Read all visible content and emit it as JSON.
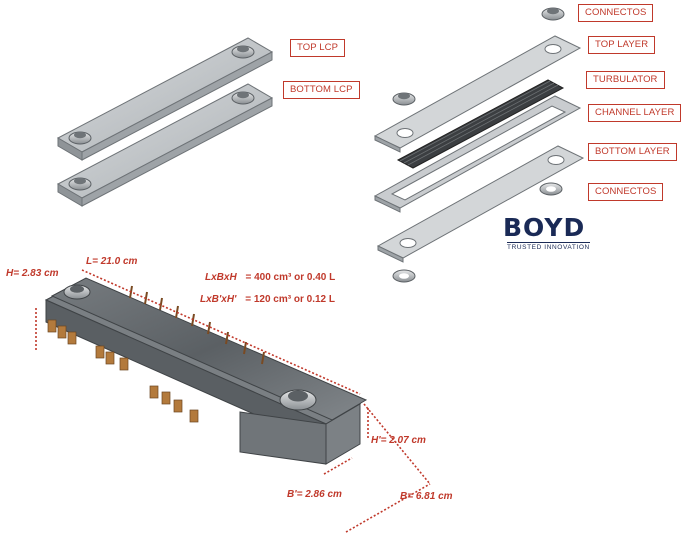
{
  "labels": {
    "top_lcp": "TOP LCP",
    "bottom_lcp": "BOTTOM LCP",
    "connectos_top": "CONNECTOS",
    "top_layer": "TOP LAYER",
    "turbulator": "TURBULATOR",
    "channel_layer": "CHANNEL LAYER",
    "bottom_layer": "BOTTOM LAYER",
    "connectos_bottom": "CONNECTOS"
  },
  "brand": {
    "name": "BOYD",
    "tagline": "TRUSTED INNOVATION",
    "color": "#1a2a56"
  },
  "dimensions": {
    "height": "H= 2.83 cm",
    "length": "L= 21.0 cm",
    "inner_height": "H'= 2.07 cm",
    "inner_breadth": "B'= 2.86 cm",
    "breadth": "B= 6.81 cm"
  },
  "volumes": {
    "outer_formula": "LxBxH",
    "outer_value": "= 400 cm³ or 0.40 L",
    "inner_formula": "LxB'xH'",
    "inner_value": "= 120 cm³ or 0.12 L"
  },
  "colors": {
    "accent": "#c0392b",
    "plate": "#bfc3c6",
    "plate_dark": "#8b9196",
    "copper": "#b37a3c"
  }
}
